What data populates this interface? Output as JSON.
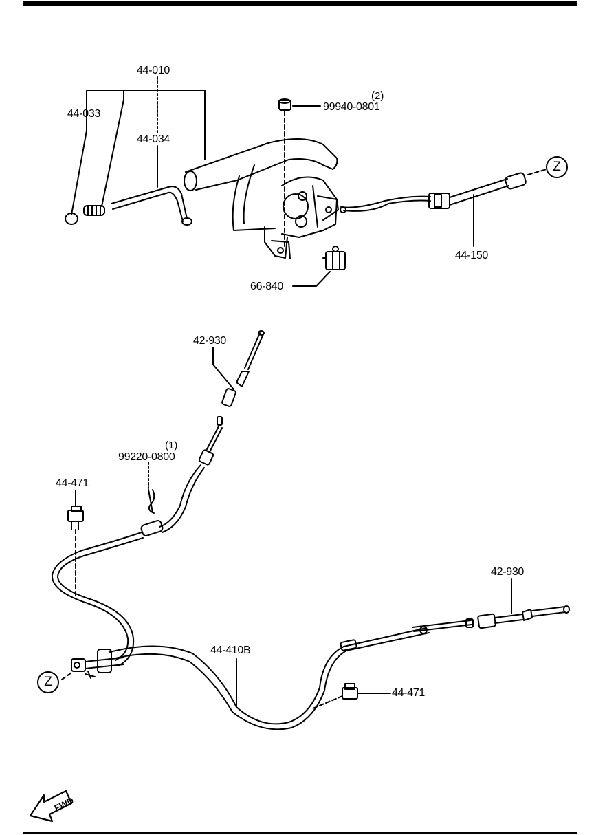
{
  "parts": {
    "p_44_010": "44-010",
    "p_44_033": "44-033",
    "p_44_034": "44-034",
    "p_99940": "99940-0801",
    "p_99940_qty": "(2)",
    "p_44_150": "44-150",
    "p_66_840": "66-840",
    "p_42_930_top": "42-930",
    "p_99220": "99220-0800",
    "p_99220_qty": "(1)",
    "p_44_471_left": "44-471",
    "p_42_930_right": "42-930",
    "p_44_410b": "44-410B",
    "p_44_471_right": "44-471"
  },
  "markers": {
    "z_top": "Z",
    "z_bottom": "Z"
  },
  "fwd": "FWD"
}
